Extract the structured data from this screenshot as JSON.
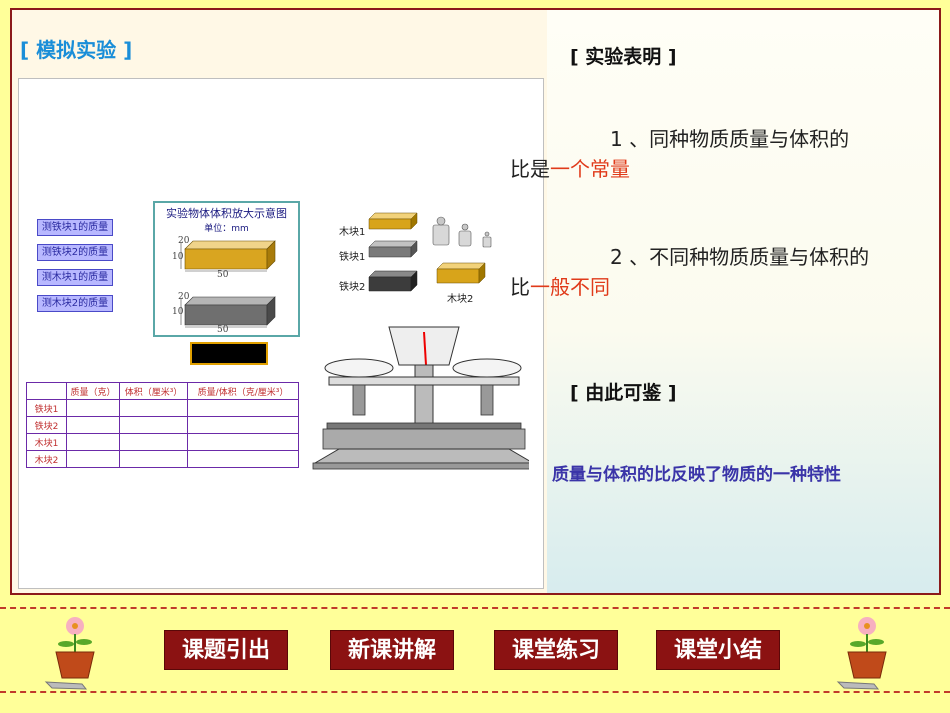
{
  "left_panel": {
    "title": "[ 模拟实验 ]",
    "buttons": [
      "测铁块1的质量",
      "测铁块2的质量",
      "测木块1的质量",
      "测木块2的质量"
    ],
    "diagram": {
      "title": "实验物体体积放大示意图",
      "unit": "单位：mm",
      "dims_top": [
        "20",
        "10",
        "50"
      ],
      "dims_bottom": [
        "20",
        "10",
        "50"
      ]
    },
    "table": {
      "headers": [
        "",
        "质量（克）",
        "体积（厘米³）",
        "质量/体积（克/厘米³）"
      ],
      "rows": [
        "铁块1",
        "铁块2",
        "木块1",
        "木块2"
      ]
    },
    "objects": {
      "wood1": "木块1",
      "iron1": "铁块1",
      "iron2": "铁块2",
      "wood2": "木块2"
    }
  },
  "right_panel": {
    "conclusion_title": "[ 实验表明 ]",
    "point1_a": "1 、同种物质质量与体积的",
    "point1_b": "比是",
    "point1_red": "一个常量",
    "point2_a": "2 、不同种物质质量与体积的",
    "point2_b": "比",
    "point2_red": "一般不同",
    "thus_title": "[ 由此可鉴 ]",
    "thus_text": "质量与体积的比反映了物质的一种特性"
  },
  "nav": [
    "课题引出",
    "新课讲解",
    "课堂练习",
    "课堂小结"
  ],
  "colors": {
    "accent_blue": "#1a8ed8",
    "red": "#e03a1a",
    "nav_bg": "#8b1212",
    "page_bg": "#ffff99"
  }
}
